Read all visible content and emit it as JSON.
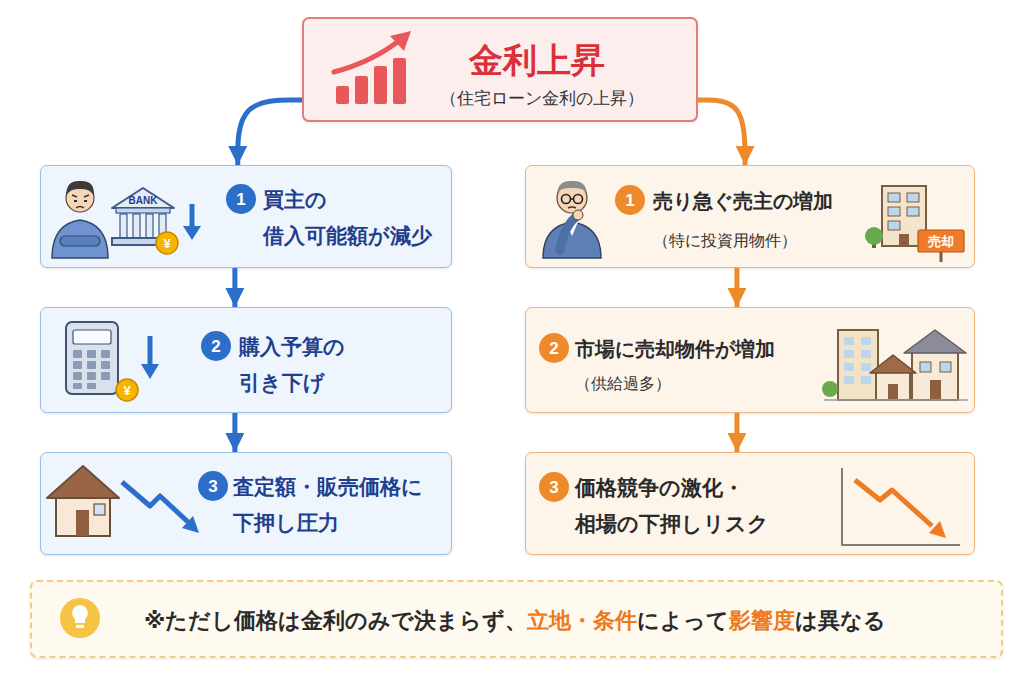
{
  "diagram": {
    "nodes": [
      {
        "text": [
          "金利上昇",
          "（住宅ローン金利の上昇）"
        ]
      },
      {
        "text": [
          "買主の 借入可能額が減少"
        ]
      },
      {
        "text": [
          "購入予算の 引き下げ"
        ]
      },
      {
        "text": [
          "査定額・販売価格に 下押し圧力"
        ]
      },
      {
        "text": [
          "売り急ぐ売主の増加",
          "（特に投資用物件）"
        ]
      },
      {
        "text": [
          "市場に売却物件が増加",
          "（供給過多）"
        ]
      },
      {
        "text": [
          "価格競争の激化・ 相場の下押しリスク"
        ]
      },
      {
        "text": [
          "※ただし価格は金利のみで決まらず、立地・条件によって影響度は異なる"
        ]
      }
    ],
    "edges": [
      {
        "from": 0,
        "to": 1,
        "arrow": "to"
      },
      {
        "from": 1,
        "to": 2,
        "arrow": "to"
      },
      {
        "from": 2,
        "to": 3,
        "arrow": "to"
      },
      {
        "from": 0,
        "to": 4,
        "arrow": "to"
      },
      {
        "from": 4,
        "to": 5,
        "arrow": "to"
      },
      {
        "from": 5,
        "to": 6,
        "arrow": "to"
      }
    ],
    "labels": [
      "1",
      "2",
      "3",
      "1",
      "2",
      "3",
      "BANK",
      "¥",
      "¥",
      "売却"
    ]
  }
}
